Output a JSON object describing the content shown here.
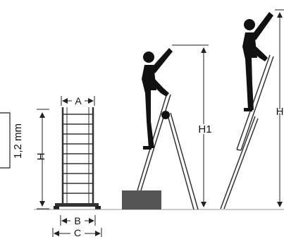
{
  "labels": {
    "thickness": "1,2 mm",
    "height_h": "H",
    "width_a": "A",
    "width_b": "B",
    "width_c": "C",
    "working_height_h1": "H1",
    "extended_height_h": "H"
  },
  "colors": {
    "line": "#222222",
    "figure": "#111111",
    "platform": "#555555",
    "ladder_rail": "#333333"
  },
  "icons": {
    "arrow": "double-headed-dimension-arrow",
    "person": "standing-person-silhouette"
  }
}
